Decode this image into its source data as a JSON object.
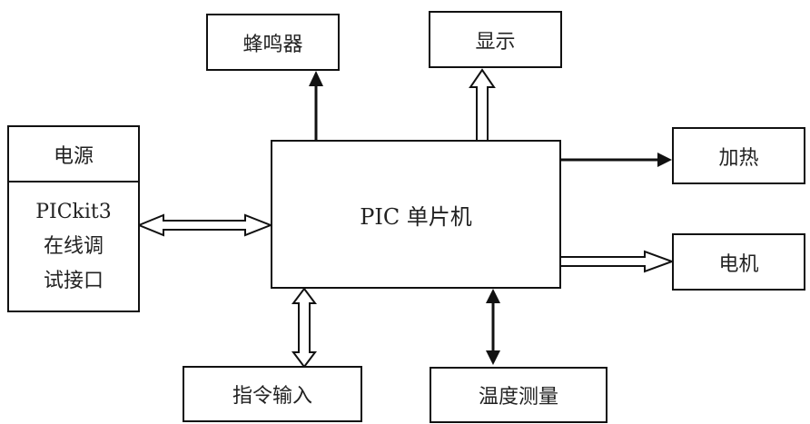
{
  "diagram": {
    "center": {
      "label": "PIC 单片机"
    },
    "left_group": {
      "top": {
        "label": "电源"
      },
      "bottom": {
        "lines": [
          "PICkit3",
          "在线调",
          "试接口"
        ]
      }
    },
    "top_boxes": [
      {
        "label": "蜂鸣器"
      },
      {
        "label": "显示"
      }
    ],
    "right_boxes": [
      {
        "label": "加热"
      },
      {
        "label": "电机"
      }
    ],
    "bottom_boxes": [
      {
        "label": "指令输入"
      },
      {
        "label": "温度测量"
      }
    ],
    "connections": [
      {
        "from": "PIC 单片机",
        "to": "蜂鸣器",
        "style": "solid-arrow",
        "direction": "one-way"
      },
      {
        "from": "PIC 单片机",
        "to": "显示",
        "style": "hollow-arrow",
        "direction": "one-way"
      },
      {
        "from": "PIC 单片机",
        "to": "加热",
        "style": "solid-arrow",
        "direction": "one-way"
      },
      {
        "from": "PIC 单片机",
        "to": "电机",
        "style": "hollow-arrow",
        "direction": "one-way"
      },
      {
        "from": "PICkit3 在线调试接口",
        "to": "PIC 单片机",
        "style": "hollow-arrow",
        "direction": "two-way"
      },
      {
        "from": "指令输入",
        "to": "PIC 单片机",
        "style": "hollow-arrow",
        "direction": "two-way"
      },
      {
        "from": "温度测量",
        "to": "PIC 单片机",
        "style": "solid-arrow",
        "direction": "two-way"
      }
    ]
  }
}
